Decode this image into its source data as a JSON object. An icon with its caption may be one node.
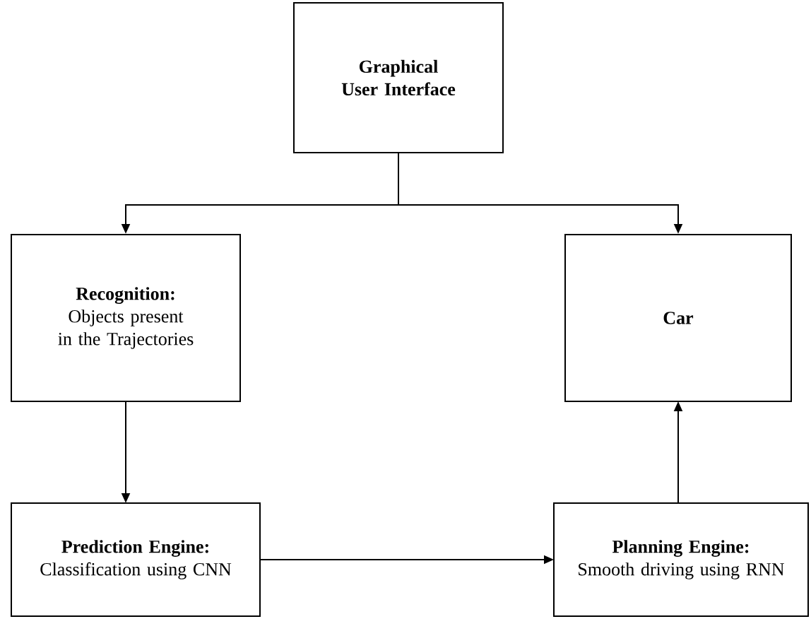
{
  "diagram": {
    "nodes": [
      {
        "text": [
          "Graphical User Interface"
        ]
      },
      {
        "text": [
          "Recognition:",
          "Objects present in the Trajectories"
        ]
      },
      {
        "text": [
          "Car"
        ]
      },
      {
        "text": [
          "Prediction Engine:",
          "Classification using CNN"
        ]
      },
      {
        "text": [
          "Planning Engine:",
          "Smooth driving using RNN"
        ]
      }
    ],
    "edges": [
      {
        "from": 0,
        "to": 1,
        "arrow": "to"
      },
      {
        "from": 0,
        "to": 2,
        "arrow": "to"
      },
      {
        "from": 1,
        "to": 3,
        "arrow": "to"
      },
      {
        "from": 3,
        "to": 4,
        "arrow": "to"
      },
      {
        "from": 4,
        "to": 2,
        "arrow": "to"
      }
    ]
  }
}
